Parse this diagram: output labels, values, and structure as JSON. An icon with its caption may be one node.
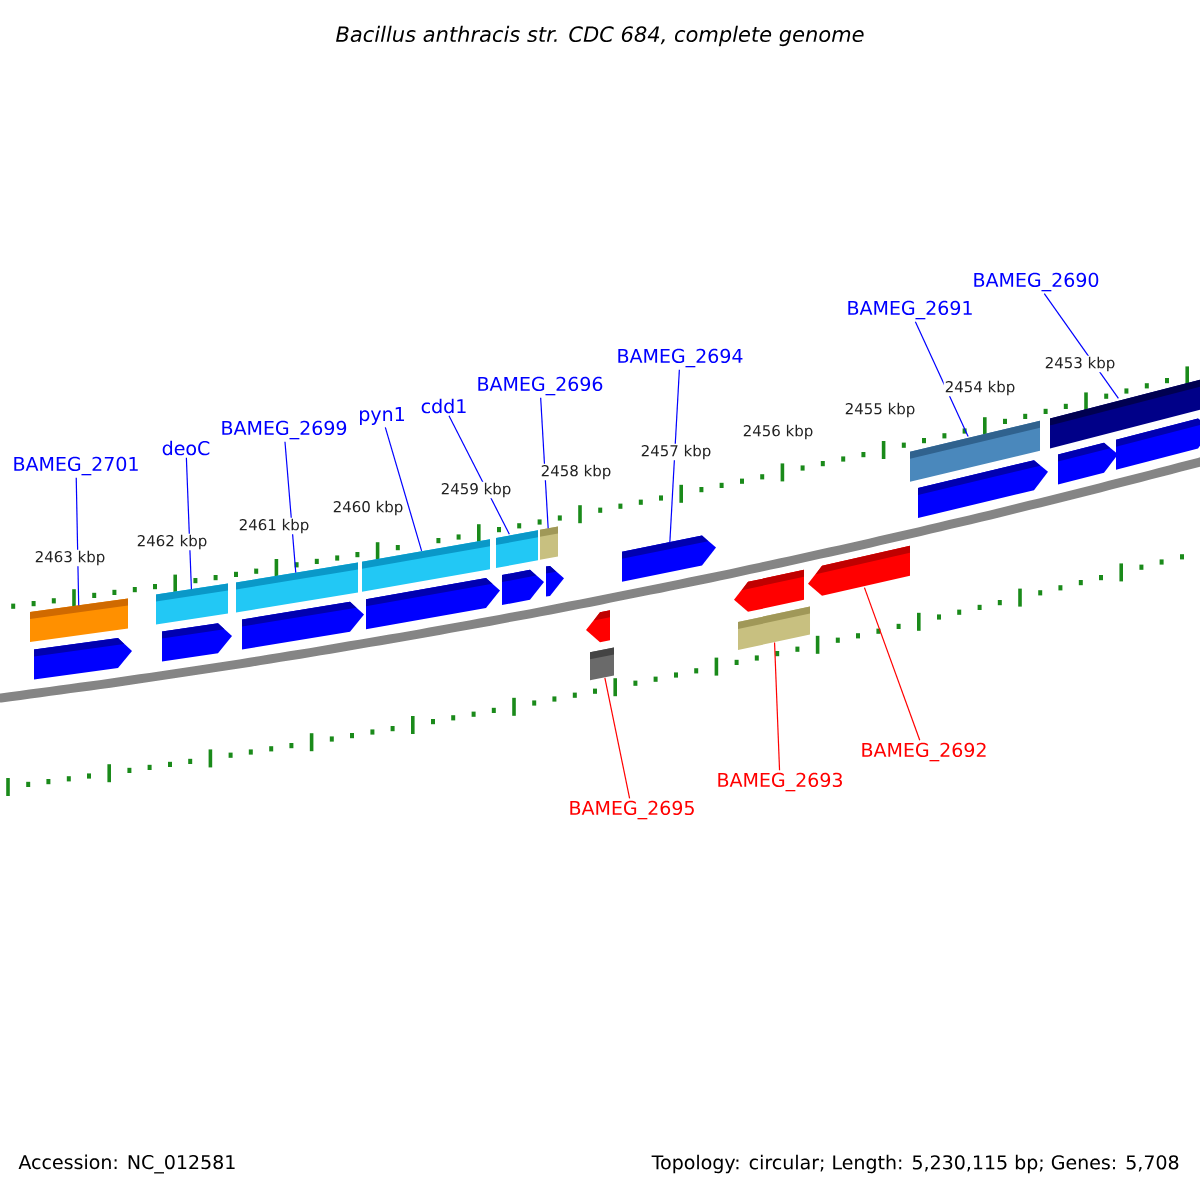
{
  "diagram": {
    "title": "Bacillus anthracis str. CDC 684, complete genome",
    "nodes": [
      {
        "text": [
          "BAMEG_2701"
        ]
      },
      {
        "text": [
          "deoC"
        ]
      },
      {
        "text": [
          "BAMEG_2699"
        ]
      },
      {
        "text": [
          "pyn1"
        ]
      },
      {
        "text": [
          "cdd1"
        ]
      },
      {
        "text": [
          "BAMEG_2696"
        ]
      },
      {
        "text": [
          "BAMEG_2694"
        ]
      },
      {
        "text": [
          "BAMEG_2691"
        ]
      },
      {
        "text": [
          "BAMEG_2690"
        ]
      },
      {
        "text": [
          "BAMEG_2695"
        ]
      },
      {
        "text": [
          "BAMEG_2693"
        ]
      },
      {
        "text": [
          "BAMEG_2692"
        ]
      },
      {
        "text": [],
        "shape": "bar"
      },
      {
        "text": [],
        "shape": "pentagon"
      },
      {
        "text": [],
        "shape": "bar"
      },
      {
        "text": [],
        "shape": "pentagon"
      },
      {
        "text": [],
        "shape": "bar"
      },
      {
        "text": [],
        "shape": "pentagon"
      },
      {
        "text": [],
        "shape": "bar"
      },
      {
        "text": [],
        "shape": "pentagon"
      },
      {
        "text": [],
        "shape": "bar"
      },
      {
        "text": [],
        "shape": "pentagon"
      },
      {
        "text": [],
        "shape": "bar"
      },
      {
        "text": [],
        "shape": "pentagon"
      },
      {
        "text": [],
        "shape": "pentagon"
      },
      {
        "text": [],
        "shape": "bar"
      },
      {
        "text": [],
        "shape": "pentagon"
      },
      {
        "text": [],
        "shape": "pentagon"
      },
      {
        "text": [],
        "shape": "bar"
      },
      {
        "text": [],
        "shape": "pentagon"
      },
      {
        "text": [],
        "shape": "bar"
      },
      {
        "text": [],
        "shape": "pentagon"
      },
      {
        "text": [],
        "shape": "bar"
      },
      {
        "text": [],
        "shape": "pentagon"
      },
      {
        "text": [],
        "shape": "pentagon"
      }
    ],
    "edges": [
      {
        "from": 0,
        "to": 12,
        "arrow": "none"
      },
      {
        "from": 1,
        "to": 14,
        "arrow": "none"
      },
      {
        "from": 2,
        "to": 16,
        "arrow": "none"
      },
      {
        "from": 3,
        "to": 18,
        "arrow": "none"
      },
      {
        "from": 4,
        "to": 20,
        "arrow": "none"
      },
      {
        "from": 5,
        "to": 22,
        "arrow": "none"
      },
      {
        "from": 6,
        "to": 26,
        "arrow": "none"
      },
      {
        "from": 7,
        "to": 30,
        "arrow": "none"
      },
      {
        "from": 8,
        "to": 32,
        "arrow": "none"
      },
      {
        "from": 9,
        "to": 25,
        "arrow": "none",
        "color": "#ff0000"
      },
      {
        "from": 10,
        "to": 28,
        "arrow": "none",
        "color": "#ff0000"
      },
      {
        "from": 11,
        "to": 29,
        "arrow": "none",
        "color": "#ff0000"
      }
    ],
    "labels": [
      "2463 kbp",
      "2462 kbp",
      "2461 kbp",
      "2460 kbp",
      "2459 kbp",
      "2458 kbp",
      "2457 kbp",
      "2456 kbp",
      "2455 kbp",
      "2454 kbp",
      "2453 kbp",
      "Accession: NC_012581",
      "Topology: circular; Length: 5,230,115 bp; Genes: 5,708"
    ]
  }
}
